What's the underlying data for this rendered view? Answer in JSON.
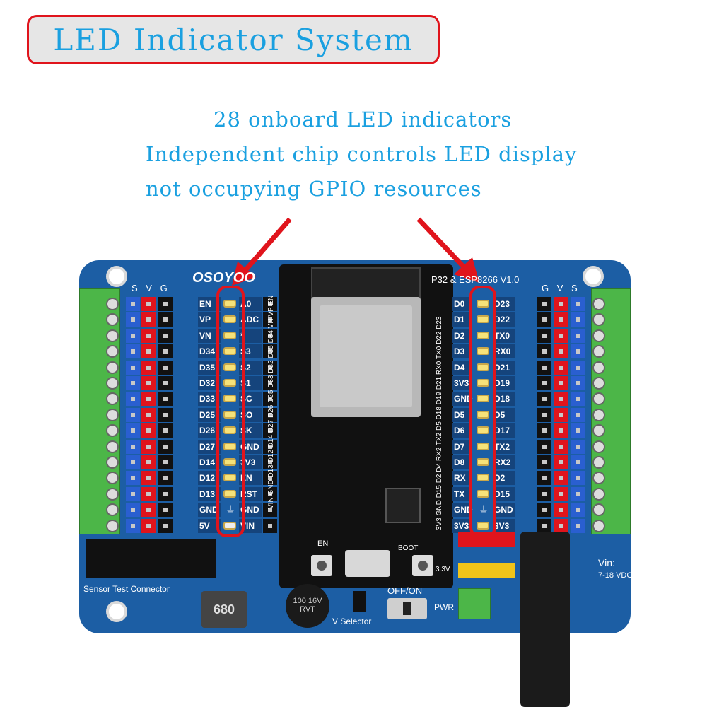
{
  "title": "LED Indicator System",
  "caption": [
    "28 onboard LED indicators",
    "Independent chip controls LED display",
    "not occupying GPIO resources"
  ],
  "board": {
    "brand": "OSOYOO",
    "version": "P32 & ESP8266 V1.0",
    "left_header_labels": [
      "S",
      "V",
      "G"
    ],
    "right_header_labels": [
      "G",
      "V",
      "S"
    ],
    "left_rows": [
      [
        "EN",
        "A0"
      ],
      [
        "VP",
        "ADC"
      ],
      [
        "VN",
        "*"
      ],
      [
        "D34",
        "S3"
      ],
      [
        "D35",
        "S2"
      ],
      [
        "D32",
        "S1"
      ],
      [
        "D33",
        "SC"
      ],
      [
        "D25",
        "SO"
      ],
      [
        "D26",
        "SK"
      ],
      [
        "D27",
        "GND"
      ],
      [
        "D14",
        "3V3"
      ],
      [
        "D12",
        "EN"
      ],
      [
        "D13",
        "RST"
      ],
      [
        "GND",
        "GND"
      ],
      [
        "5V",
        "VIN"
      ]
    ],
    "right_rows": [
      [
        "D0",
        "D23"
      ],
      [
        "D1",
        "D22"
      ],
      [
        "D2",
        "TX0"
      ],
      [
        "D3",
        "RX0"
      ],
      [
        "D4",
        "D21"
      ],
      [
        "3V3",
        "D19"
      ],
      [
        "GND",
        "D18"
      ],
      [
        "D5",
        "D5"
      ],
      [
        "D6",
        "D17"
      ],
      [
        "D7",
        "TX2"
      ],
      [
        "D8",
        "RX2"
      ],
      [
        "RX",
        "D2"
      ],
      [
        "TX",
        "D15"
      ],
      [
        "GND",
        "GND"
      ],
      [
        "3V3",
        "3V3"
      ]
    ],
    "esp_left_pins": "VIN GND D13 D12 D14 D27 D26 D25 D33 D32 D35 D34 VN VP EN",
    "esp_right_pins": "3V3 GND D15 D2 D4 RX2 TX2 D5 D18 D19 D21 RX0 TX0 D22 D23",
    "sensor_connector": "Sensor Test Connector",
    "inductor": "680",
    "capacitor": "100 16V RVT",
    "v_selector": "V Selector",
    "switch": "OFF/ON",
    "pwr": "PWR",
    "en_button": "EN",
    "boot_button": "BOOT",
    "v33": "3.3V",
    "vin": "Vin:",
    "vin_range": "7-18 VDC"
  },
  "colors": {
    "accent": "#1aa0e0",
    "highlight": "#e0141c",
    "board": "#1c5ea4",
    "led": "#f6e27a"
  }
}
